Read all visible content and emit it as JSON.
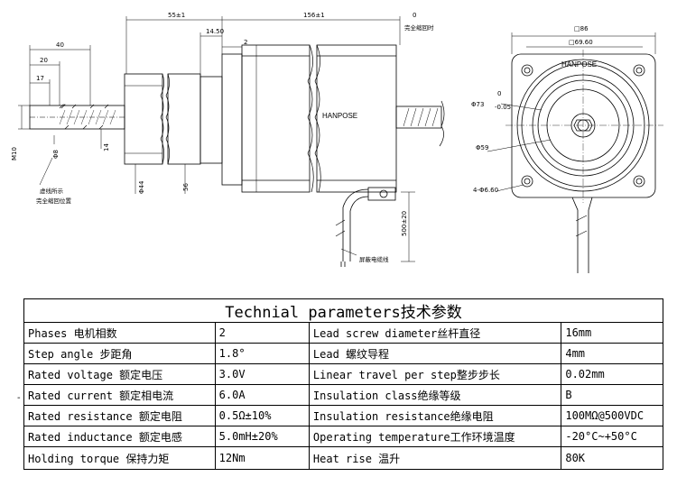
{
  "drawing": {
    "dimensions": {
      "d55": "55±1",
      "d156": "156±1",
      "d0": "0",
      "zero_note": "完全缩回时",
      "d14_50": "14.50",
      "d2": "2",
      "d40": "40",
      "d20": "20",
      "d17": "17",
      "m10": "M10",
      "phi8": "Φ8",
      "d14": "14",
      "phi44": "Φ44",
      "d56": "56",
      "d500": "500±20",
      "side86": "□86",
      "side69": "□69.60",
      "phi73": "Φ73",
      "phi73_tol_top": "0",
      "phi73_tol_bottom": "-0.05",
      "phi59": "Φ59",
      "holes": "4-Φ6.60"
    },
    "notes": {
      "lead_screw_note_line1": "虚线所示",
      "lead_screw_note_line2": "完全缩回位置",
      "cable_note": "屏蔽电缆线"
    },
    "brand_side": "HANPOSE",
    "brand_front": "HANPOSE"
  },
  "table": {
    "title": "Technial parameters技术参数",
    "rows": [
      {
        "label": "Phases 电机相数",
        "value": "2",
        "label2": "Lead screw diameter丝杆直径",
        "value2": "16mm"
      },
      {
        "label": "Step angle 步距角",
        "value": "1.8°",
        "label2": "Lead 螺纹导程",
        "value2": "4mm"
      },
      {
        "label": "Rated voltage 额定电压",
        "value": "3.0V",
        "label2": "Linear travel per step整步步长",
        "value2": "0.02mm"
      },
      {
        "label": "Rated current 额定相电流",
        "value": "6.0A",
        "label2": "Insulation class绝缘等级",
        "value2": "B"
      },
      {
        "label": "Rated resistance 额定电阻",
        "value": "0.5Ω±10%",
        "label2": "Insulation resistance绝缘电阻",
        "value2": "100MΩ@500VDC"
      },
      {
        "label": "Rated inductance 额定电感",
        "value": "5.0mH±20%",
        "label2": "Operating temperature工作环境温度",
        "value2": "-20°C~+50°C"
      },
      {
        "label": "Holding torque 保持力矩",
        "value": "12Nm",
        "label2": "Heat rise 温升",
        "value2": "80K"
      }
    ]
  }
}
